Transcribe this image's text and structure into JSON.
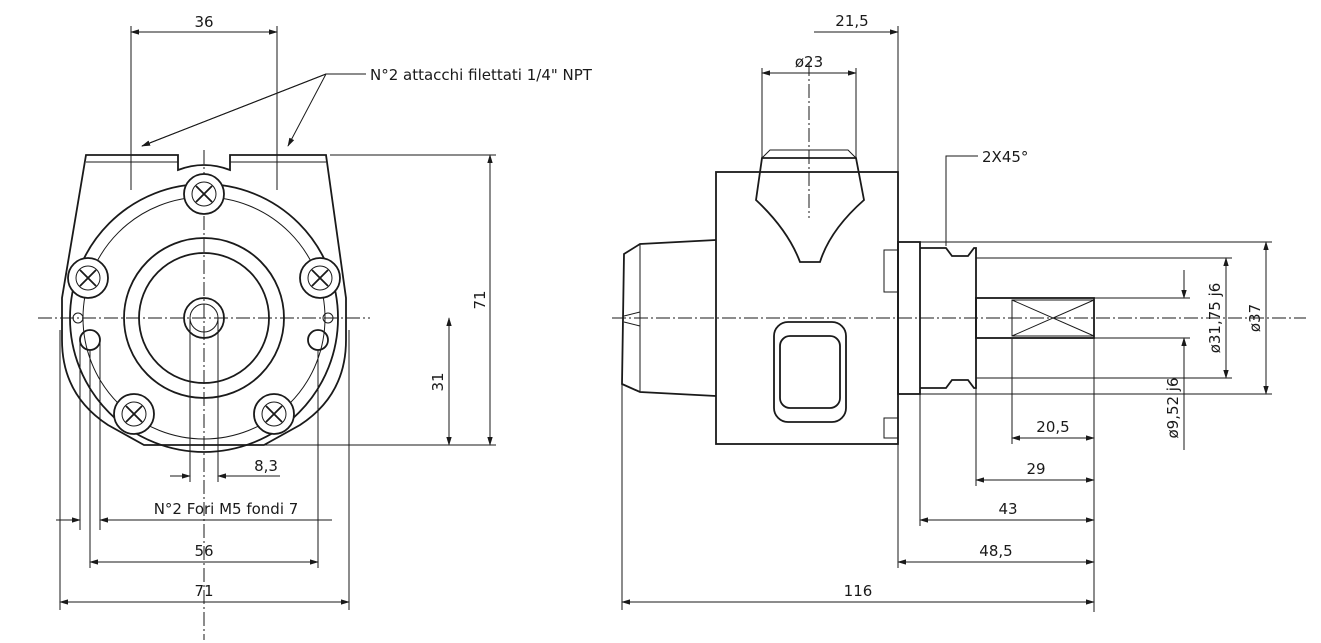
{
  "front_view": {
    "dim_top": "36",
    "dim_height": "71",
    "dim_center_height": "31",
    "dim_offset": "8,3",
    "dim_holes_pitch": "56",
    "dim_width": "71",
    "note_ports": "N°2 attacchi filettati 1/4\" NPT",
    "note_holes": "N°2 Fori M5 fondi 7"
  },
  "side_view": {
    "dim_top_offset": "21,5",
    "dim_port_dia": "ø23",
    "chamfer": "2X45°",
    "dim_shaft_dia": "ø31,75 j6",
    "dim_flange_dia": "ø37",
    "dim_key_dia": "ø9,52 j6",
    "dim_key_len": "20,5",
    "dim_29": "29",
    "dim_43": "43",
    "dim_48": "48,5",
    "dim_total": "116"
  }
}
